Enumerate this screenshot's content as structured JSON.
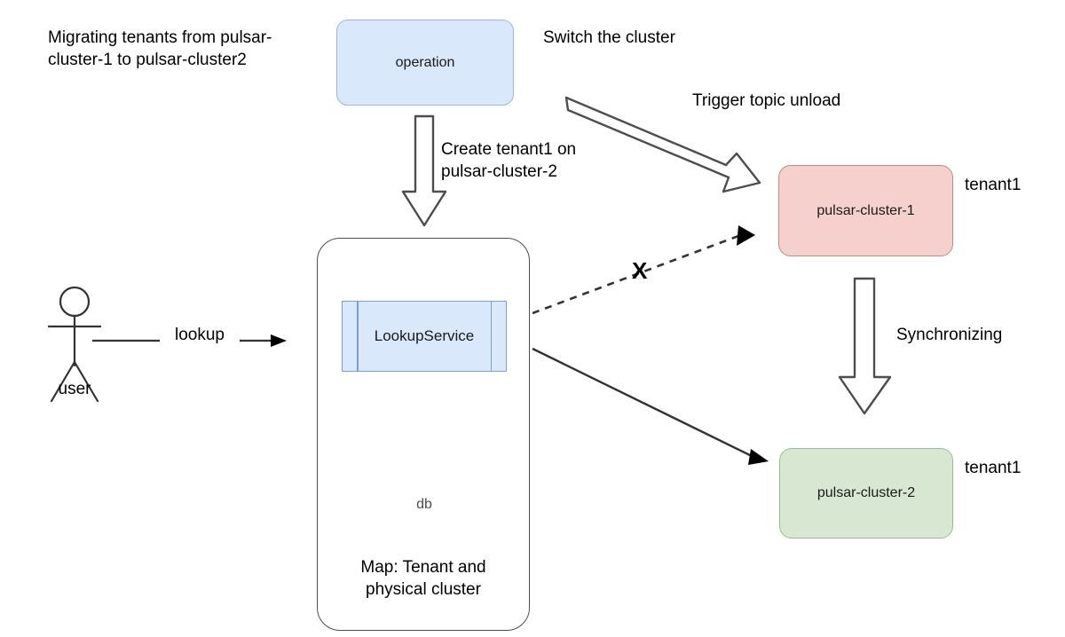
{
  "diagram": {
    "title_note": "Migrating tenants from pulsar-cluster-1 to pulsar-cluster2",
    "nodes": {
      "operation": {
        "label": "operation",
        "fill": "#dae8fc",
        "stroke": "#9bb7d9"
      },
      "cluster1": {
        "label": "pulsar-cluster-1",
        "fill": "#f5d0cd",
        "stroke": "#c08b87",
        "side_label": "tenant1"
      },
      "cluster2": {
        "label": "pulsar-cluster-2",
        "fill": "#d8e7d2",
        "stroke": "#9bbd92",
        "side_label": "tenant1"
      },
      "lookup_service": {
        "label": "LookupService",
        "fill": "#dae8fc",
        "stroke": "#7a9fd4"
      },
      "database": {
        "label": "db",
        "fill": "#f5f5f5",
        "stroke": "#999999"
      },
      "container": {
        "caption": "Map: Tenant and\nphysical cluster",
        "stroke": "#4d4d4d"
      },
      "user": {
        "label": "user"
      }
    },
    "edges": {
      "create_tenant": {
        "label": "Create tenant1 on\npulsar-cluster-2",
        "style": "block-arrow-down"
      },
      "switch_cluster": {
        "label": "Switch the cluster",
        "style": "annotation"
      },
      "trigger_unload": {
        "label": "Trigger topic unload",
        "style": "block-arrow-diagonal"
      },
      "synchronizing": {
        "label": "Synchronizing",
        "style": "block-arrow-down"
      },
      "lookup": {
        "label": "lookup",
        "style": "solid-arrow"
      },
      "lookup_to_cluster1": {
        "label": "",
        "style": "dashed-arrow",
        "marker": "X"
      },
      "lookup_to_cluster2": {
        "label": "",
        "style": "solid-arrow"
      }
    },
    "marks": {
      "blocked": "X"
    }
  }
}
